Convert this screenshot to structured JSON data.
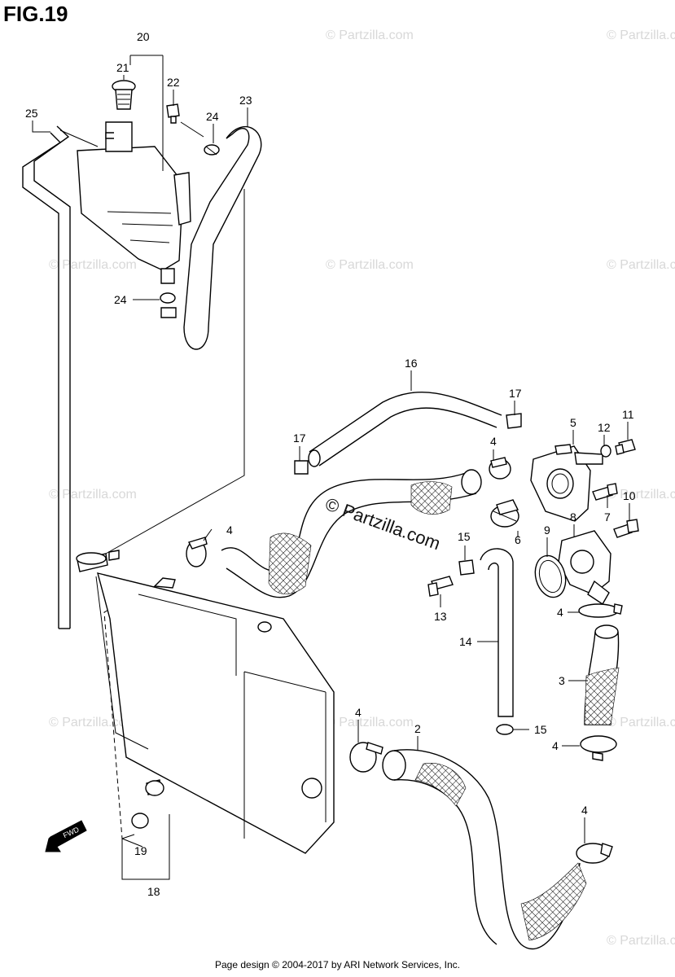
{
  "figure": {
    "title": "FIG.19",
    "footer": "Page design © 2004-2017 by ARI Network Services, Inc.",
    "watermark_small": "© Partzilla.com",
    "watermark_center": "© Partzilla.com",
    "fwd_label": "FWD"
  },
  "callouts": [
    {
      "id": "c20",
      "text": "20"
    },
    {
      "id": "c21",
      "text": "21"
    },
    {
      "id": "c22",
      "text": "22"
    },
    {
      "id": "c23",
      "text": "23"
    },
    {
      "id": "c24a",
      "text": "24"
    },
    {
      "id": "c25",
      "text": "25"
    },
    {
      "id": "c24b",
      "text": "24"
    },
    {
      "id": "c16",
      "text": "16"
    },
    {
      "id": "c17a",
      "text": "17"
    },
    {
      "id": "c17b",
      "text": "17"
    },
    {
      "id": "c5",
      "text": "5"
    },
    {
      "id": "c12",
      "text": "12"
    },
    {
      "id": "c11",
      "text": "11"
    },
    {
      "id": "c4a",
      "text": "4"
    },
    {
      "id": "c4b",
      "text": "4"
    },
    {
      "id": "c10",
      "text": "10"
    },
    {
      "id": "c7",
      "text": "7"
    },
    {
      "id": "c8",
      "text": "8"
    },
    {
      "id": "c9",
      "text": "9"
    },
    {
      "id": "c6",
      "text": "6"
    },
    {
      "id": "c15a",
      "text": "15"
    },
    {
      "id": "c13",
      "text": "13"
    },
    {
      "id": "c14",
      "text": "14"
    },
    {
      "id": "c4c",
      "text": "4"
    },
    {
      "id": "c3",
      "text": "3"
    },
    {
      "id": "c15b",
      "text": "15"
    },
    {
      "id": "c4d",
      "text": "4"
    },
    {
      "id": "c4e",
      "text": "4"
    },
    {
      "id": "c2",
      "text": "2"
    },
    {
      "id": "c4f",
      "text": "4"
    },
    {
      "id": "c19",
      "text": "19"
    },
    {
      "id": "c18",
      "text": "18"
    }
  ]
}
